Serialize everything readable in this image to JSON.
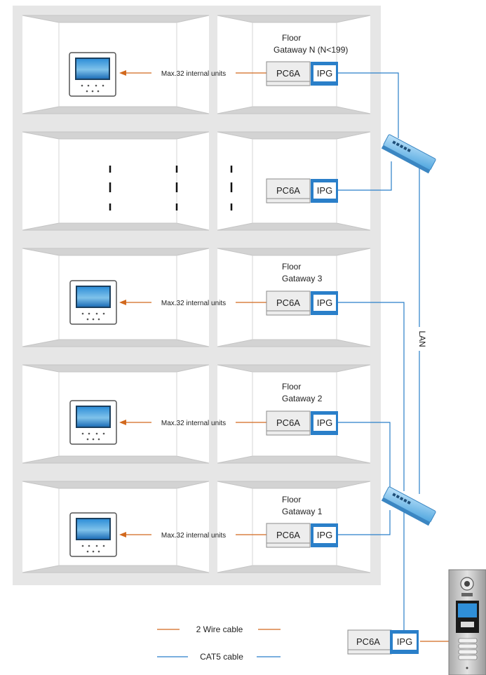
{
  "floors": [
    {
      "gateway_label_1": "Floor",
      "gateway_label_2": "Gataway N (N<199)",
      "units_label": "Max.32 internal units",
      "pc6a": "PC6A",
      "ipg": "IPG"
    },
    {
      "gateway_label_1": "",
      "gateway_label_2": "",
      "units_label": "",
      "pc6a": "PC6A",
      "ipg": "IPG"
    },
    {
      "gateway_label_1": "Floor",
      "gateway_label_2": "Gataway 3",
      "units_label": "Max.32 internal units",
      "pc6a": "PC6A",
      "ipg": "IPG"
    },
    {
      "gateway_label_1": "Floor",
      "gateway_label_2": "Gataway 2",
      "units_label": "Max.32 internal units",
      "pc6a": "PC6A",
      "ipg": "IPG"
    },
    {
      "gateway_label_1": "Floor",
      "gateway_label_2": "Gataway 1",
      "units_label": "Max.32 internal units",
      "pc6a": "PC6A",
      "ipg": "IPG"
    }
  ],
  "lan_label": "LAN",
  "entrance": {
    "pc6a": "PC6A",
    "ipg": "IPG"
  },
  "legend": {
    "two_wire": "2 Wire cable",
    "cat5": "CAT5 cable"
  },
  "colors": {
    "two_wire": "#d2691e",
    "cat5": "#2a7fc9",
    "wall": "#e6e6e6",
    "floor_plate": "#cfcfcf",
    "switch": "#7ec3f0"
  }
}
